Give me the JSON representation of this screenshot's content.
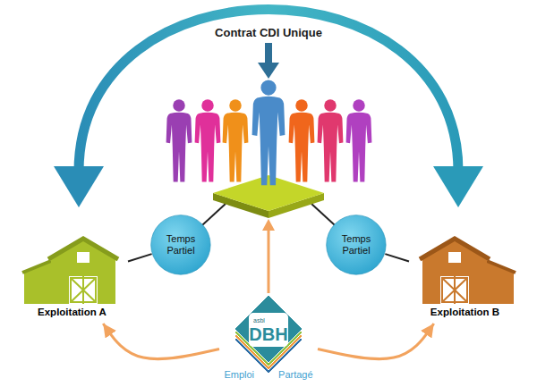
{
  "diagram": {
    "nodes": [
      {
        "text": [
          "Temps Partiel"
        ]
      },
      {
        "text": [
          "Temps Partiel"
        ]
      },
      {
        "text": [
          "Exploitation A"
        ]
      },
      {
        "text": [
          "Exploitation B"
        ]
      },
      {
        "text": [
          "asbl",
          "DBH",
          "Emploi Partagé"
        ]
      }
    ],
    "edges": [
      {
        "from": 2,
        "to": 0,
        "arrow": "none"
      },
      {
        "from": 1,
        "to": 3,
        "arrow": "none"
      },
      {
        "from": 4,
        "to": 2,
        "arrow": "to"
      },
      {
        "from": 4,
        "to": 3,
        "arrow": "to"
      }
    ],
    "labels": [
      "Contrat CDI Unique"
    ]
  }
}
